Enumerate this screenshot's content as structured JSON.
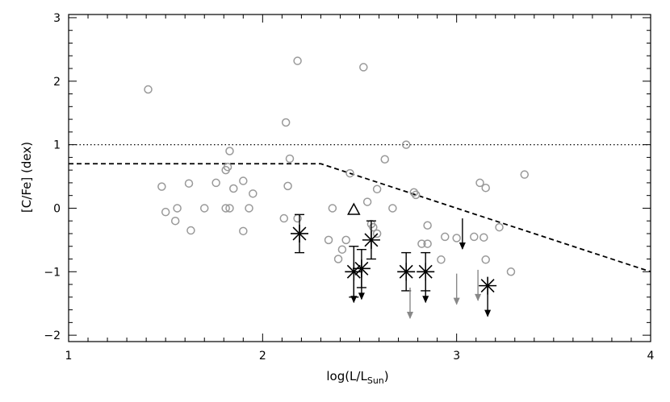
{
  "chart_data": {
    "type": "scatter",
    "xlabel": "log(L/L",
    "xlabel_sub": "Sun",
    "xlabel_close": ")",
    "ylabel": "[C/Fe] (dex)",
    "xlim": [
      1,
      4
    ],
    "ylim": [
      -2.1,
      3.05
    ],
    "xticks": [
      1,
      2,
      3,
      4
    ],
    "yticks": [
      -2,
      -1,
      0,
      1,
      2,
      3
    ],
    "xtick_labels": [
      "1",
      "2",
      "3",
      "4"
    ],
    "ytick_labels": [
      "−2",
      "−1",
      "0",
      "1",
      "2",
      "3"
    ],
    "x_minor_step": 0.1,
    "y_minor_step": 0.2,
    "grid": false,
    "reference_lines": [
      {
        "name": "dotted",
        "style": "dotted",
        "points": [
          [
            1,
            1.0
          ],
          [
            4,
            1.0
          ]
        ]
      },
      {
        "name": "dashed",
        "style": "dashed",
        "points": [
          [
            1,
            0.7
          ],
          [
            2.3,
            0.7
          ],
          [
            4,
            -1.0
          ]
        ]
      }
    ],
    "series": [
      {
        "marker": "open-circle",
        "color": "#999999",
        "points": [
          [
            1.41,
            1.87
          ],
          [
            1.48,
            0.34
          ],
          [
            1.5,
            -0.06
          ],
          [
            1.55,
            -0.2
          ],
          [
            1.56,
            0.0
          ],
          [
            1.62,
            0.39
          ],
          [
            1.63,
            -0.35
          ],
          [
            1.7,
            0.0
          ],
          [
            1.76,
            0.4
          ],
          [
            1.81,
            0.0
          ],
          [
            1.81,
            0.6
          ],
          [
            1.82,
            0.65
          ],
          [
            1.83,
            0.0
          ],
          [
            1.83,
            0.9
          ],
          [
            1.85,
            0.31
          ],
          [
            1.9,
            -0.36
          ],
          [
            1.9,
            0.43
          ],
          [
            1.93,
            0.0
          ],
          [
            1.95,
            0.23
          ],
          [
            2.11,
            -0.16
          ],
          [
            2.12,
            1.35
          ],
          [
            2.13,
            0.35
          ],
          [
            2.14,
            0.78
          ],
          [
            2.18,
            -0.16
          ],
          [
            2.18,
            2.32
          ],
          [
            2.34,
            -0.5
          ],
          [
            2.36,
            0.0
          ],
          [
            2.39,
            -0.8
          ],
          [
            2.41,
            -0.65
          ],
          [
            2.43,
            -0.5
          ],
          [
            2.45,
            0.55
          ],
          [
            2.52,
            2.22
          ],
          [
            2.54,
            0.1
          ],
          [
            2.56,
            -0.25
          ],
          [
            2.57,
            -0.3
          ],
          [
            2.59,
            -0.4
          ],
          [
            2.59,
            0.3
          ],
          [
            2.63,
            0.77
          ],
          [
            2.67,
            0.0
          ],
          [
            2.74,
            1.0
          ],
          [
            2.78,
            0.25
          ],
          [
            2.79,
            0.21
          ],
          [
            2.82,
            -0.56
          ],
          [
            2.85,
            -0.56
          ],
          [
            2.85,
            -0.27
          ],
          [
            2.92,
            -0.81
          ],
          [
            2.94,
            -0.45
          ],
          [
            3.0,
            -0.47
          ],
          [
            3.09,
            -0.45
          ],
          [
            3.12,
            0.4
          ],
          [
            3.14,
            -0.46
          ],
          [
            3.15,
            -0.81
          ],
          [
            3.15,
            0.32
          ],
          [
            3.22,
            -0.3
          ],
          [
            3.28,
            -1.0
          ],
          [
            3.35,
            0.53
          ]
        ]
      },
      {
        "marker": "open-triangle",
        "color": "#000000",
        "points": [
          [
            2.47,
            -0.02
          ]
        ]
      },
      {
        "marker": "asterisk-errorbar",
        "color": "#000000",
        "points": [
          {
            "x": 2.19,
            "y": -0.4,
            "err": 0.3
          },
          {
            "x": 2.47,
            "y": -1.0,
            "err": 0.4
          },
          {
            "x": 2.51,
            "y": -0.95,
            "err": 0.3
          },
          {
            "x": 2.56,
            "y": -0.5,
            "err": 0.3
          },
          {
            "x": 2.74,
            "y": -1.0,
            "err": 0.3
          },
          {
            "x": 2.84,
            "y": -1.0,
            "err": 0.3
          }
        ]
      },
      {
        "marker": "asterisk",
        "color": "#000000",
        "points": [
          [
            3.16,
            -1.22
          ]
        ]
      },
      {
        "marker": "upper-limit-arrow",
        "color": "#000000",
        "points": [
          [
            2.47,
            -1.0
          ],
          [
            2.51,
            -0.95
          ],
          [
            2.84,
            -1.0
          ],
          [
            3.03,
            -0.16
          ],
          [
            3.16,
            -1.22
          ]
        ]
      },
      {
        "marker": "upper-limit-arrow",
        "color": "#888888",
        "points": [
          [
            2.76,
            -1.25
          ],
          [
            3.0,
            -1.03
          ],
          [
            3.11,
            -0.97
          ]
        ]
      }
    ]
  }
}
